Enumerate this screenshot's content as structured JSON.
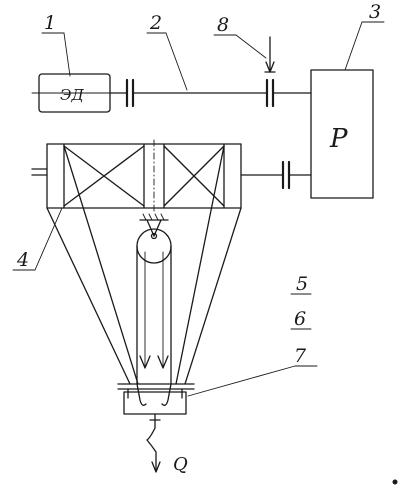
{
  "labels": {
    "l1": "1",
    "l2": "2",
    "l3": "3",
    "l4": "4",
    "l5": "5",
    "l6": "6",
    "l7": "7",
    "l8": "8"
  },
  "motor_text": "ЭД",
  "reducer_text": "Р",
  "load_text": "Q"
}
